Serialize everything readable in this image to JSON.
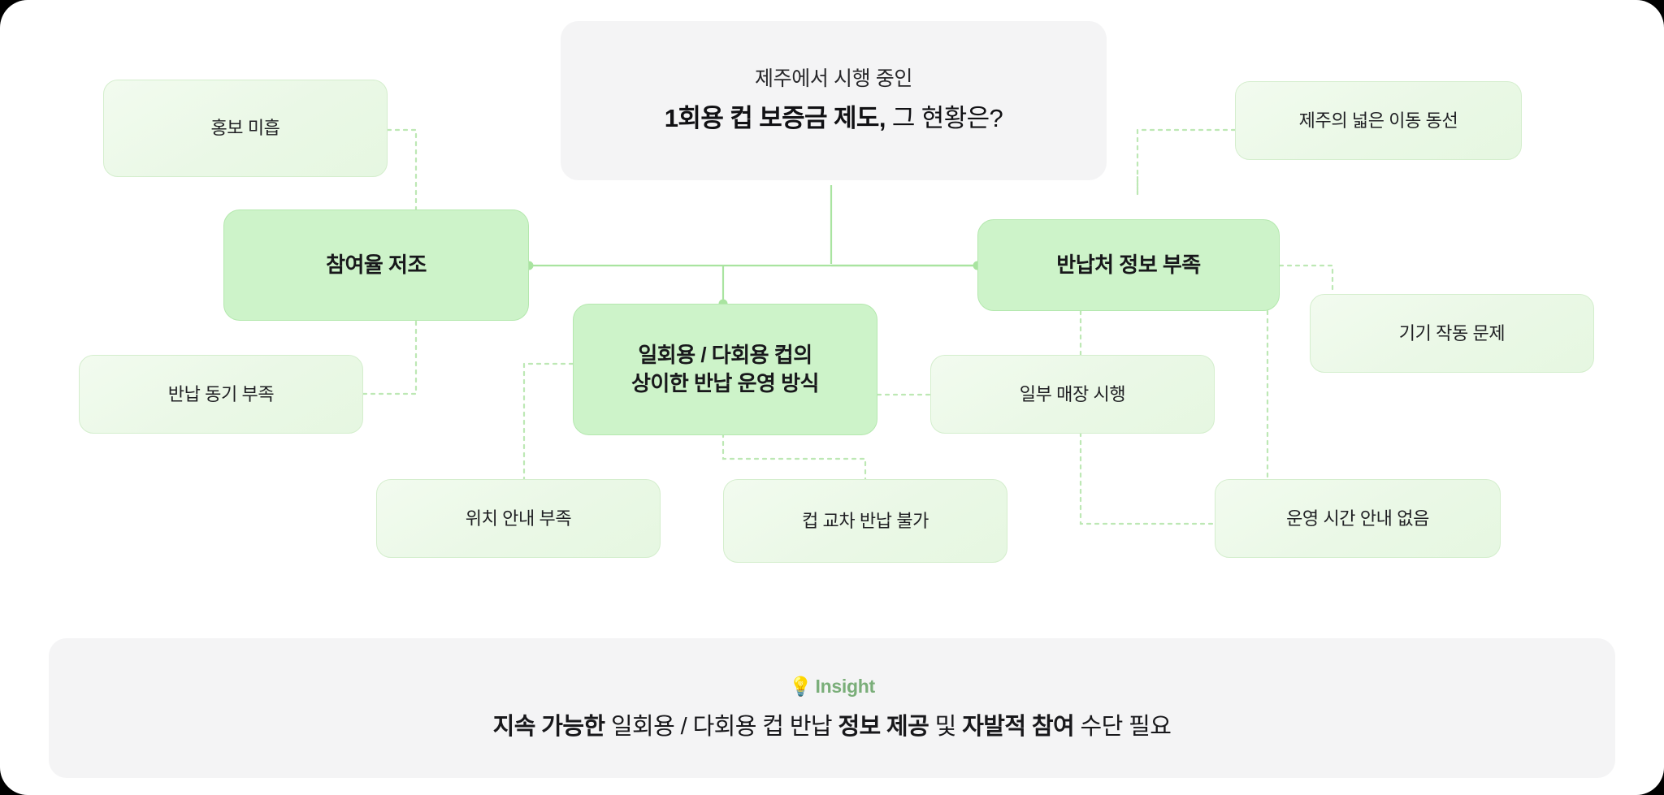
{
  "title_card": {
    "subtitle": "제주에서 시행 중인",
    "headline_bold": "1회용 컵 보증금 제도,",
    "headline_rest": " 그 현황은?"
  },
  "nodes": {
    "promo_weak": "홍보 미흡",
    "low_participation": "참여율 저조",
    "return_motivation": "반납 동기 부족",
    "mixed_return_ops_line1": "일회용 / 다회용 컵의",
    "mixed_return_ops_line2": "상이한 반납 운영 방식",
    "location_guide": "위치 안내 부족",
    "cross_return": "컵 교차 반납 불가",
    "wide_movement": "제주의 넓은 이동 동선",
    "return_info_lack": "반납처 정보 부족",
    "device_problem": "기기 작동 문제",
    "partial_stores": "일부 매장 시행",
    "no_hours_info": "운영 시간 안내 없음"
  },
  "insight": {
    "bulb_icon": "💡",
    "label": "Insight",
    "text_1_bold": "지속 가능한",
    "text_2": " 일회용 / 다회용 컵 반납 ",
    "text_3_bold": "정보 제공",
    "text_4": " 및 ",
    "text_5_bold": "자발적 참여",
    "text_6": " 수단 필요"
  },
  "colors": {
    "accent_green": "#7aae79",
    "node_fill_primary": "#cdf3c9",
    "node_fill_secondary": "#eef9ea",
    "card_bg": "#f4f4f5",
    "wire": "#a9e4a0",
    "wire_dotted": "#bde8b4"
  }
}
